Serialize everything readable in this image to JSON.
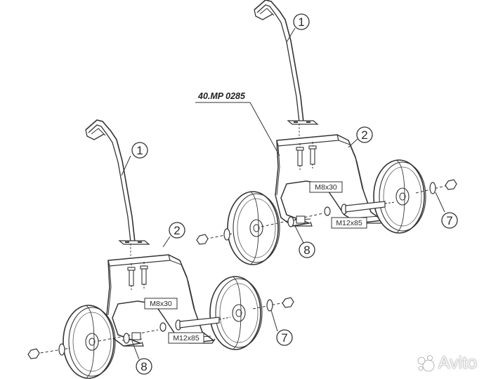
{
  "diagram": {
    "part_label": "40.MP 0285",
    "callouts": [
      "1",
      "2",
      "7",
      "8"
    ],
    "bolts": {
      "small": "M8x30",
      "axle": "M12x85"
    }
  },
  "watermark": {
    "text": "Avito"
  }
}
